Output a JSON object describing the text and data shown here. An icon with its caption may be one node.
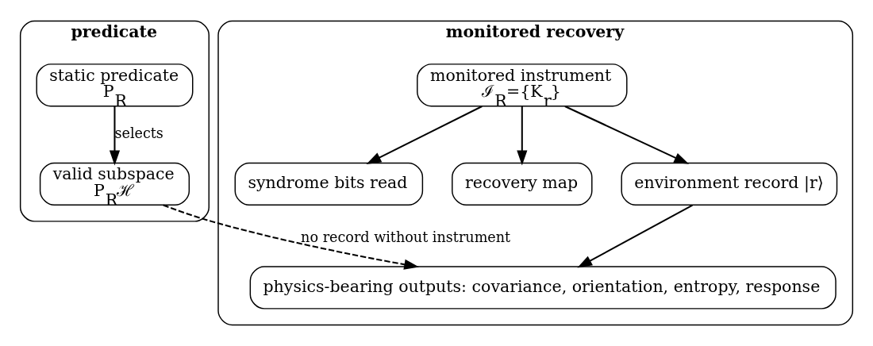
{
  "diagram": {
    "nodes": [
      {
        "text": [
          "predicate"
        ]
      },
      {
        "text": [
          "static predicate",
          "P$_{R}$"
        ],
        "in": 0
      },
      {
        "text": [
          "valid subspace",
          "P$_{R}$ℋ"
        ],
        "in": 0
      },
      {
        "text": [
          "monitored recovery"
        ]
      },
      {
        "text": [
          "monitored instrument",
          "ℐ$_{R}$={K$_{r}$}"
        ],
        "in": 3
      },
      {
        "text": [
          "syndrome bits read"
        ],
        "in": 3
      },
      {
        "text": [
          "recovery map"
        ],
        "in": 3
      },
      {
        "text": [
          "environment record |r⟩"
        ],
        "in": 3
      },
      {
        "text": [
          "physics-bearing outputs: covariance, orientation, entropy, response"
        ],
        "in": 3
      }
    ],
    "edges": [
      {
        "from": 1,
        "to": 2,
        "arrow": "to",
        "label": "selects"
      },
      {
        "from": 4,
        "to": 5,
        "arrow": "to"
      },
      {
        "from": 4,
        "to": 6,
        "arrow": "to"
      },
      {
        "from": 4,
        "to": 7,
        "arrow": "to"
      },
      {
        "from": 7,
        "to": 8,
        "arrow": "to"
      },
      {
        "from": 2,
        "to": 8,
        "arrow": "to",
        "style": "dashed",
        "label": "no record without instrument"
      }
    ]
  }
}
